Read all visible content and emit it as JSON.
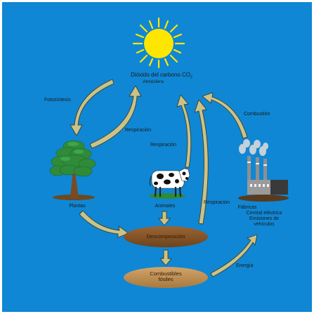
{
  "atmosphere": {
    "title_text": "Dióxido del carbono CO",
    "title_subscript": "2",
    "subtitle": "Atmósfera"
  },
  "processes": {
    "photosynthesis": "Fotosíntesis",
    "respiration_plants": "Respiración",
    "respiration_animals": "Respiración",
    "respiration_decomposition": "Respiración",
    "combustion": "Combustión",
    "energy": "Energía"
  },
  "nodes": {
    "plants": "Plantas",
    "animals": "Animales",
    "decomposition": "Descomposición",
    "fossil_fuels_line1": "Combustibles",
    "fossil_fuels_line2": "fósiles",
    "factories_line1": "Fábricas",
    "factories_line2": "Central eléctrica",
    "factories_line3": "Emisiones de",
    "factories_line4": "vehículos"
  },
  "colors": {
    "background": "#0f87d4",
    "arrow_fill": "#c9c389",
    "arrow_stroke": "#3d3d2a",
    "sun": "#ffe600",
    "tree_foliage": "#2f8a3a",
    "ground": "#8a5a2b",
    "pill": "#8b5a2b",
    "pill_light": "#c0955a",
    "factory": "#9a9a9a"
  },
  "icons": [
    "sun-icon",
    "tree-icon",
    "cow-icon",
    "factory-icon"
  ]
}
